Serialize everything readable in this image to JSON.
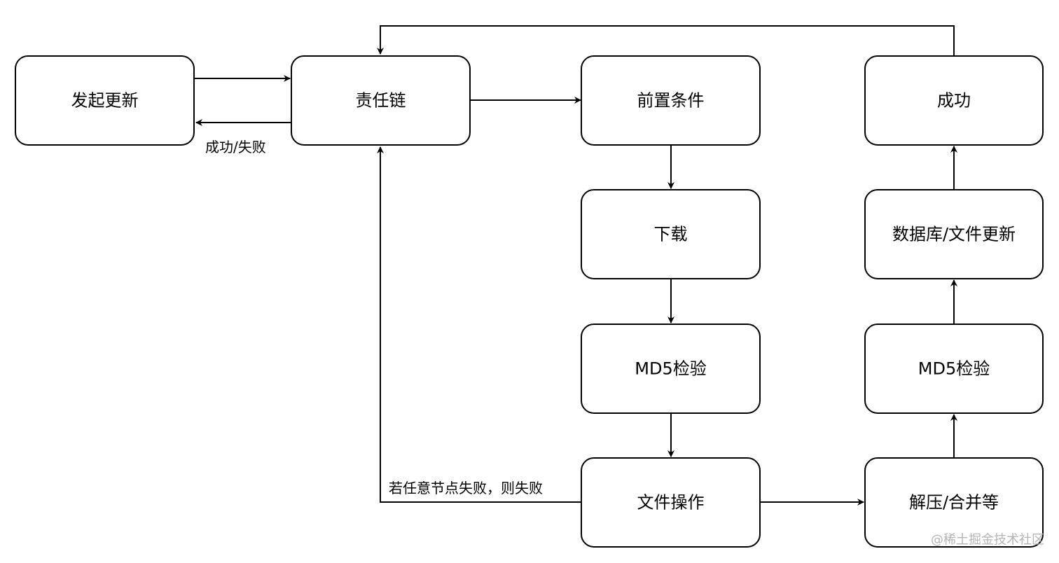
{
  "nodes": {
    "initiate_update": "发起更新",
    "chain_of_responsibility": "责任链",
    "preconditions": "前置条件",
    "download": "下载",
    "md5_check_1": "MD5检验",
    "file_operation": "文件操作",
    "unzip_merge": "解压/合并等",
    "md5_check_2": "MD5检验",
    "db_file_update": "数据库/文件更新",
    "success": "成功"
  },
  "edge_labels": {
    "success_fail": "成功/失败",
    "any_node_fail": "若任意节点失败，则失败"
  },
  "watermark": "@稀土掘金技术社区",
  "colors": {
    "stroke": "#000000",
    "fill": "#ffffff",
    "watermark": "#b4b4b4"
  }
}
